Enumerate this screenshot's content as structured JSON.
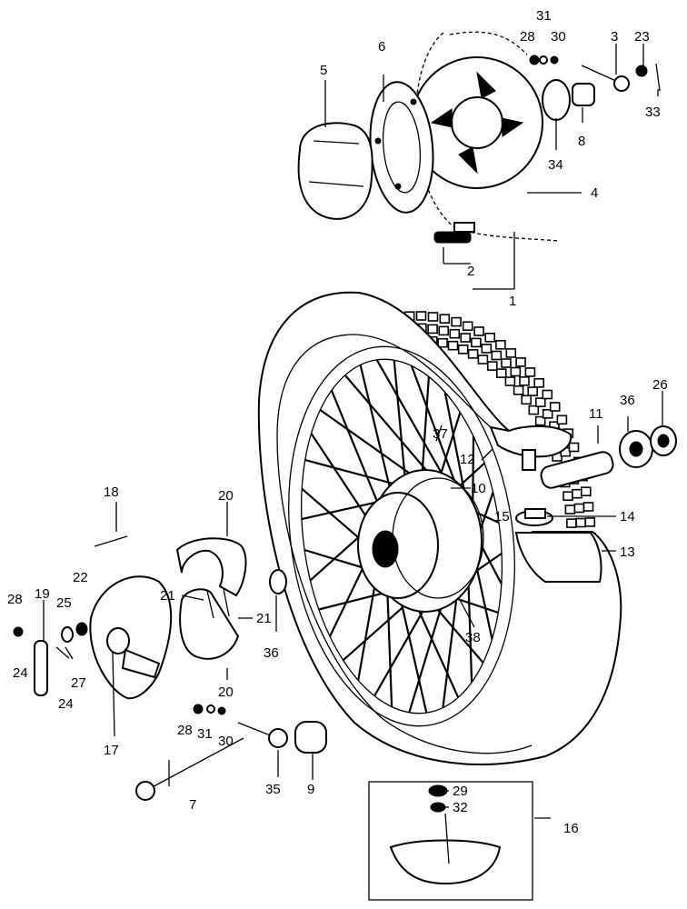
{
  "diagram": {
    "callouts": [
      {
        "id": "c1",
        "text": "1"
      },
      {
        "id": "c2",
        "text": "2"
      },
      {
        "id": "c3",
        "text": "3"
      },
      {
        "id": "c4",
        "text": "4"
      },
      {
        "id": "c5",
        "text": "5"
      },
      {
        "id": "c6",
        "text": "6"
      },
      {
        "id": "c7",
        "text": "7"
      },
      {
        "id": "c8",
        "text": "8"
      },
      {
        "id": "c9",
        "text": "9"
      },
      {
        "id": "c10",
        "text": "10"
      },
      {
        "id": "c11",
        "text": "11"
      },
      {
        "id": "c12",
        "text": "12"
      },
      {
        "id": "c13",
        "text": "13"
      },
      {
        "id": "c14",
        "text": "14"
      },
      {
        "id": "c15",
        "text": "15"
      },
      {
        "id": "c16",
        "text": "16"
      },
      {
        "id": "c17",
        "text": "17"
      },
      {
        "id": "c18",
        "text": "18"
      },
      {
        "id": "c19",
        "text": "19"
      },
      {
        "id": "c20a",
        "text": "20"
      },
      {
        "id": "c20b",
        "text": "20"
      },
      {
        "id": "c21a",
        "text": "21"
      },
      {
        "id": "c21b",
        "text": "21"
      },
      {
        "id": "c22",
        "text": "22"
      },
      {
        "id": "c23",
        "text": "23"
      },
      {
        "id": "c24a",
        "text": "24"
      },
      {
        "id": "c24b",
        "text": "24"
      },
      {
        "id": "c25",
        "text": "25"
      },
      {
        "id": "c26",
        "text": "26"
      },
      {
        "id": "c27",
        "text": "27"
      },
      {
        "id": "c28a",
        "text": "28"
      },
      {
        "id": "c28b",
        "text": "28"
      },
      {
        "id": "c28c",
        "text": "28"
      },
      {
        "id": "c29",
        "text": "29"
      },
      {
        "id": "c30a",
        "text": "30"
      },
      {
        "id": "c30b",
        "text": "30"
      },
      {
        "id": "c31a",
        "text": "31"
      },
      {
        "id": "c31b",
        "text": "31"
      },
      {
        "id": "c32",
        "text": "32"
      },
      {
        "id": "c33",
        "text": "33"
      },
      {
        "id": "c34",
        "text": "34"
      },
      {
        "id": "c35",
        "text": "35"
      },
      {
        "id": "c36a",
        "text": "36"
      },
      {
        "id": "c36b",
        "text": "36"
      },
      {
        "id": "c37",
        "text": "37"
      },
      {
        "id": "c38",
        "text": "38"
      }
    ]
  }
}
